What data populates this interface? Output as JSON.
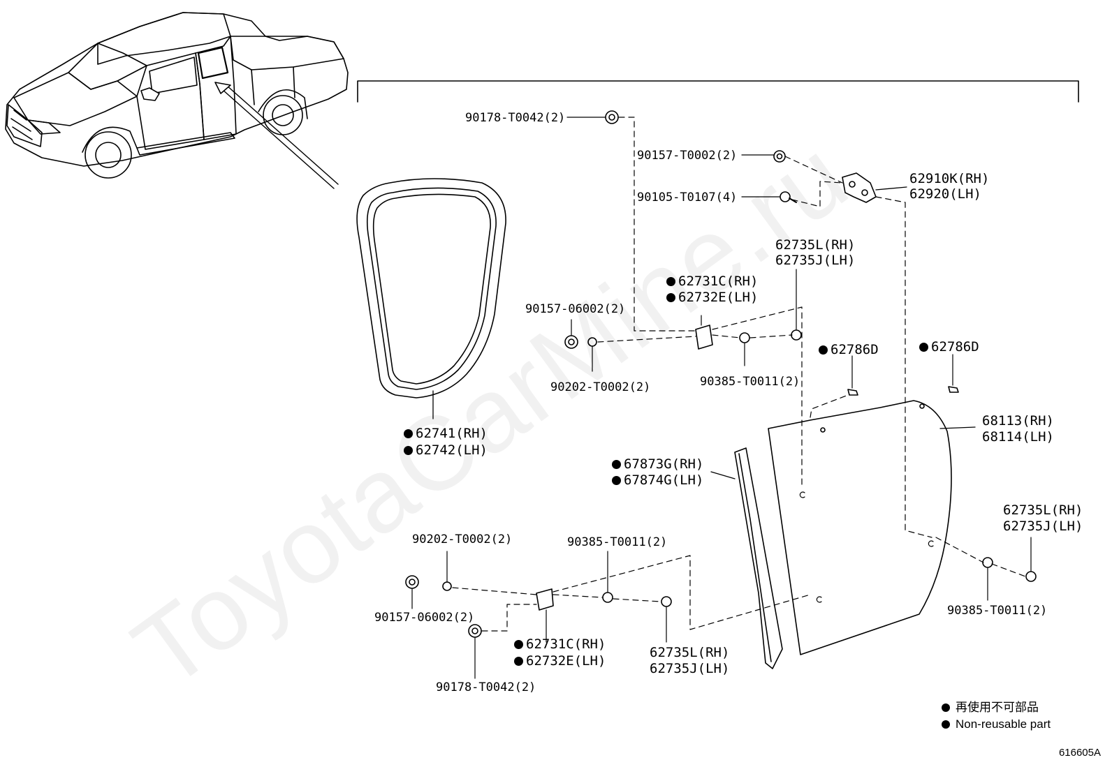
{
  "watermark": "ToyotaCarMine.ru",
  "diagram_code": "616605A",
  "legend": {
    "line1": "再使用不可部品",
    "line2": "Non-reusable part"
  },
  "labels": {
    "p90178_top": "90178-T0042(2)",
    "p90157_t0002": "90157-T0002(2)",
    "p90105": "90105-T0107(4)",
    "p62910k": "62910K(RH)",
    "p62920": "62920(LH)",
    "p62735l_top": "62735L(RH)",
    "p62735j_top": "62735J(LH)",
    "p62731c_top": "62731C(RH)",
    "p62732e_top": "62732E(LH)",
    "p90157_06002_top": "90157-06002(2)",
    "p90202_top": "90202-T0002(2)",
    "p90385_mid": "90385-T0011(2)",
    "p62786d_left": "62786D",
    "p62786d_right": "62786D",
    "p62741": "62741(RH)",
    "p62742": "62742(LH)",
    "p68113": "68113(RH)",
    "p68114": "68114(LH)",
    "p67873g": "67873G(RH)",
    "p67874g": "67874G(LH)",
    "p62735l_right": "62735L(RH)",
    "p62735j_right": "62735J(LH)",
    "p90202_bot": "90202-T0002(2)",
    "p90385_bot": "90385-T0011(2)",
    "p90157_06002_bot": "90157-06002(2)",
    "p90385_right": "90385-T0011(2)",
    "p62731c_bot": "62731C(RH)",
    "p62732e_bot": "62732E(LH)",
    "p62735l_bot": "62735L(RH)",
    "p62735j_bot": "62735J(LH)",
    "p90178_bot": "90178-T0042(2)"
  }
}
